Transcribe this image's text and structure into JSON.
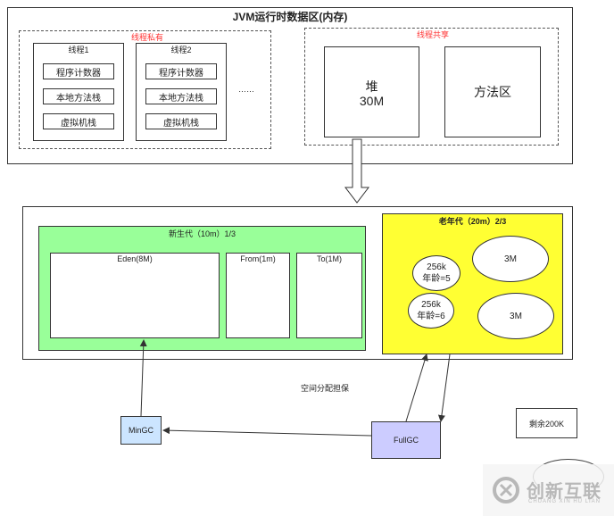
{
  "memory_area": {
    "title": "JVM运行时数据区(内存)",
    "private_label": "线程私有",
    "shared_label": "线程共享",
    "threads": [
      {
        "name": "线程1",
        "items": [
          "程序计数器",
          "本地方法栈",
          "虚拟机栈"
        ]
      },
      {
        "name": "线程2",
        "items": [
          "程序计数器",
          "本地方法栈",
          "虚拟机栈"
        ]
      }
    ],
    "ellipsis": "……",
    "heap": {
      "name": "堆",
      "size": "30M"
    },
    "method_area": "方法区"
  },
  "heap_detail": {
    "young": {
      "label": "新生代（10m）1/3",
      "eden": "Eden(8M)",
      "from": "From(1m)",
      "to": "To(1M)"
    },
    "old": {
      "label": "老年代（20m）2/3",
      "objects": [
        {
          "line1": "256k",
          "line2": "年龄=5"
        },
        {
          "line1": "256k",
          "line2": "年龄=6"
        },
        {
          "line1": "3M"
        },
        {
          "line1": "3M"
        }
      ]
    }
  },
  "guarantee_label": "空间分配担保",
  "mingc": "MinGC",
  "fullgc": "FullGC",
  "remaining": "剩余200K",
  "watermark": {
    "text": "创新互联",
    "sub": "CHUANG XIN HU LIAN"
  },
  "colors": {
    "young_fill": "#99ff99",
    "old_fill": "#ffff33",
    "mingc_fill": "#cce5ff",
    "fullgc_fill": "#ccccff",
    "private_label": "#ff3333"
  }
}
